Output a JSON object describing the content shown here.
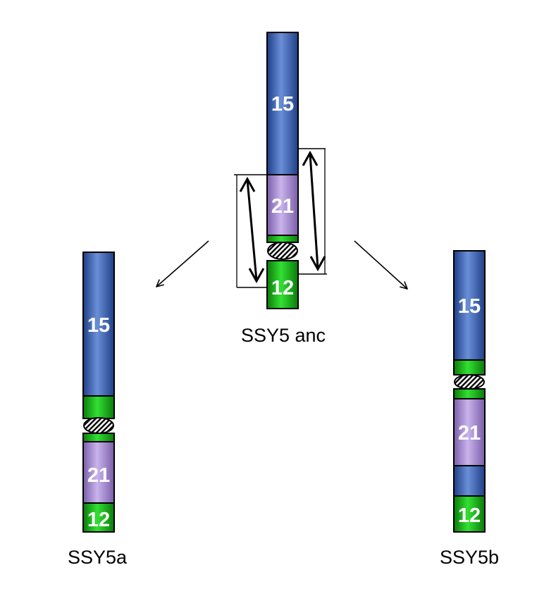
{
  "chromosomes": {
    "ancestral": {
      "name": "SSY5 anc",
      "segments": [
        {
          "label": "15",
          "color": "blue"
        },
        {
          "label": "21",
          "color": "purple"
        },
        {
          "label": "",
          "color": "green"
        },
        {
          "label": "",
          "color": "centromere"
        },
        {
          "label": "12",
          "color": "green"
        }
      ]
    },
    "derived_a": {
      "name": "SSY5a",
      "segments": [
        {
          "label": "15",
          "color": "blue"
        },
        {
          "label": "",
          "color": "green"
        },
        {
          "label": "",
          "color": "centromere"
        },
        {
          "label": "",
          "color": "green"
        },
        {
          "label": "21",
          "color": "purple"
        },
        {
          "label": "12",
          "color": "green"
        }
      ]
    },
    "derived_b": {
      "name": "SSY5b",
      "segments": [
        {
          "label": "15",
          "color": "blue"
        },
        {
          "label": "",
          "color": "green"
        },
        {
          "label": "",
          "color": "centromere"
        },
        {
          "label": "",
          "color": "green"
        },
        {
          "label": "21",
          "color": "purple"
        },
        {
          "label": "",
          "color": "blue"
        },
        {
          "label": "12",
          "color": "green"
        }
      ]
    }
  },
  "colors": {
    "blue": "#3f67b6",
    "purple": "#a98fd0",
    "green": "#16b816",
    "outline": "#000000"
  }
}
